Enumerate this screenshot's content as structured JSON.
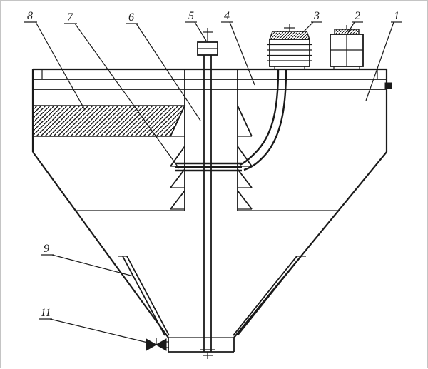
{
  "drawing": {
    "callouts": [
      {
        "id": "callout-8",
        "label": "8"
      },
      {
        "id": "callout-7",
        "label": "7"
      },
      {
        "id": "callout-6",
        "label": "6"
      },
      {
        "id": "callout-5",
        "label": "5"
      },
      {
        "id": "callout-4",
        "label": "4"
      },
      {
        "id": "callout-3",
        "label": "3"
      },
      {
        "id": "callout-2",
        "label": "2"
      },
      {
        "id": "callout-1",
        "label": "1"
      },
      {
        "id": "callout-9",
        "label": "9"
      },
      {
        "id": "callout-11",
        "label": "11"
      }
    ],
    "colors": {
      "line": "#1a1a1a",
      "background": "#ffffff"
    }
  }
}
